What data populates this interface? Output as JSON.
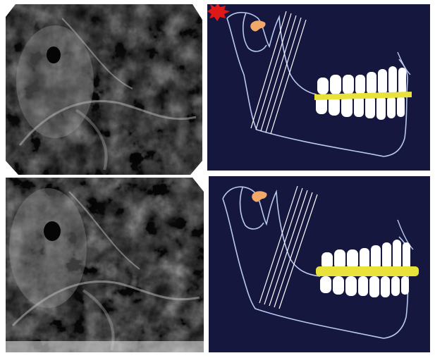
{
  "figure": {
    "panels": [
      {
        "id": "xray-top",
        "kind": "radiograph"
      },
      {
        "id": "diagram-top",
        "kind": "schematic",
        "occlusal_splint": "thin",
        "condyle_marker": "red-starburst"
      },
      {
        "id": "xray-bottom",
        "kind": "radiograph"
      },
      {
        "id": "diagram-bottom",
        "kind": "schematic",
        "occlusal_splint": "thick",
        "condyle_marker": "none"
      }
    ]
  },
  "colors": {
    "diagram_bg": "#16173f",
    "outline": "#b8c8ee",
    "teeth": "#ffffff",
    "splint": "#e8e23a",
    "condyle": "#f2a868",
    "marker": "#e01818"
  }
}
